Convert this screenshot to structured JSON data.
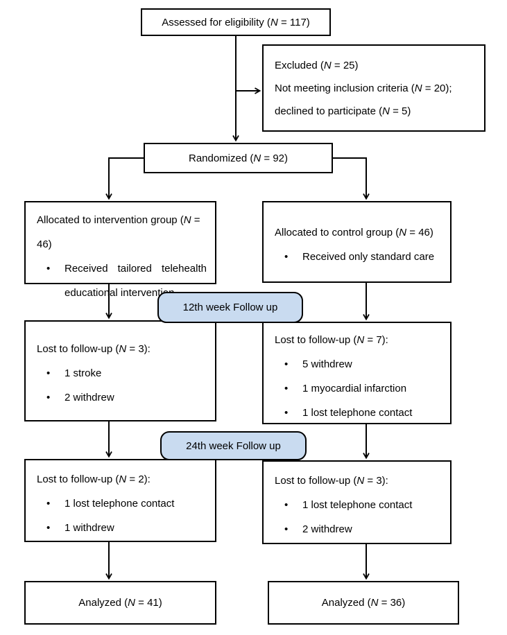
{
  "colors": {
    "followup_fill": "#c9dbf0",
    "box_background": "#ffffff",
    "border": "#000000",
    "text": "#000000"
  },
  "bullet_glyph": "•",
  "boxes": {
    "assessed": {
      "label": "Assessed for eligibility (N = 117)"
    },
    "excluded": {
      "lines": [
        "Excluded (N = 25)",
        "Not meeting inclusion criteria (N = 20);",
        "declined to participate (N = 5)"
      ]
    },
    "randomized": {
      "label": "Randomized (N = 92)"
    },
    "allocation_intervention": {
      "title": "Allocated to intervention group (N = 46)",
      "bullets": [
        "Received tailored telehealth educational intervention"
      ]
    },
    "allocation_control": {
      "title": "Allocated to control group (N = 46)",
      "bullets": [
        "Received only standard care"
      ]
    },
    "followup_12": {
      "label": "12th week Follow up"
    },
    "lost_12_intervention": {
      "title": "Lost to follow-up (N = 3):",
      "bullets": [
        "1 stroke",
        "2 withdrew"
      ]
    },
    "lost_12_control": {
      "title": "Lost to follow-up (N = 7):",
      "bullets": [
        "5 withdrew",
        "1 myocardial infarction",
        "1 lost telephone contact"
      ]
    },
    "followup_24": {
      "label": "24th week Follow up"
    },
    "lost_24_intervention": {
      "title": "Lost to follow-up (N = 2):",
      "bullets": [
        "1 lost telephone contact",
        "1 withdrew"
      ]
    },
    "lost_24_control": {
      "title": "Lost to follow-up (N = 3):",
      "bullets": [
        "1 lost telephone contact",
        "2 withdrew"
      ]
    },
    "analyzed_intervention": {
      "label": "Analyzed (N = 41)"
    },
    "analyzed_control": {
      "label": "Analyzed (N = 36)"
    }
  }
}
